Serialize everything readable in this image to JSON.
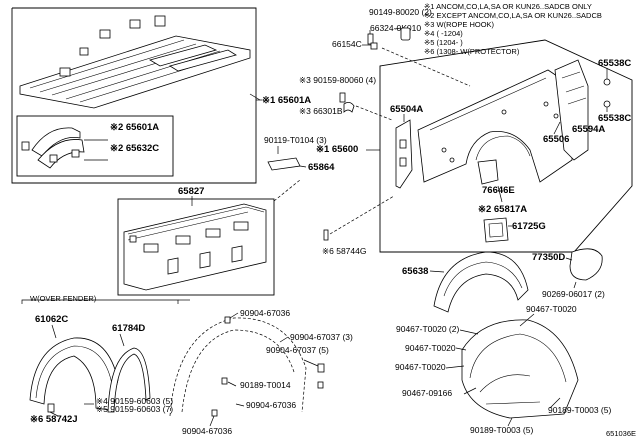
{
  "notes": [
    "※1  ANCOM,CO,LA,SA OR KUN26..SADCB ONLY",
    "※2  EXCEPT ANCOM,CO,LA,SA OR KUN26..SADCB",
    "※3  W(ROPE HOOK)",
    "※4  (        -1204)",
    "※5  (1204-        )",
    "※6  (1308-        W(PROTECTOR)"
  ],
  "section_label": "W(OVER FENDER)",
  "figure_code": "651036E",
  "labels": {
    "p1": "90149-80020 (2)",
    "p2": "66324-0K010",
    "p3": "66154C",
    "p4": "※3 90159-80060 (4)",
    "p5": "※3 66301B",
    "p6": "※1 65601A",
    "p7": "※2 65601A",
    "p8": "※2 65632C",
    "p9": "90119-T0104 (3)",
    "p10": "65864",
    "p11": "※1 65600",
    "p12": "65504A",
    "p13": "65827",
    "p14": "65538C",
    "p15": "65538C",
    "p16": "65594A",
    "p17": "65506",
    "p18": "76646E",
    "p19": "※2 65817A",
    "p20": "61725G",
    "p21": "※6 58744G",
    "p22": "65638",
    "p23": "77350D",
    "p24": "90269-06017 (2)",
    "p25": "90467-T0020",
    "p26": "90467-T0020 (2)",
    "p27": "90467-T0020",
    "p28": "90467-T0020",
    "p29": "90467-09166",
    "p30": "90189-T0003 (5)",
    "p31": "90189-T0003 (5)",
    "p32": "61062C",
    "p33": "61784D",
    "p34": "90904-67036",
    "p35": "90904-67037 (3)",
    "p36": "90189-T0014",
    "p37": "90904-67037 (5)",
    "p38": "90904-67036",
    "p39": "90904-67036",
    "p40": "※4 90159-60603 (5)",
    "p41": "※5 90159-60603 (7)",
    "p42": "※6 58742J"
  }
}
